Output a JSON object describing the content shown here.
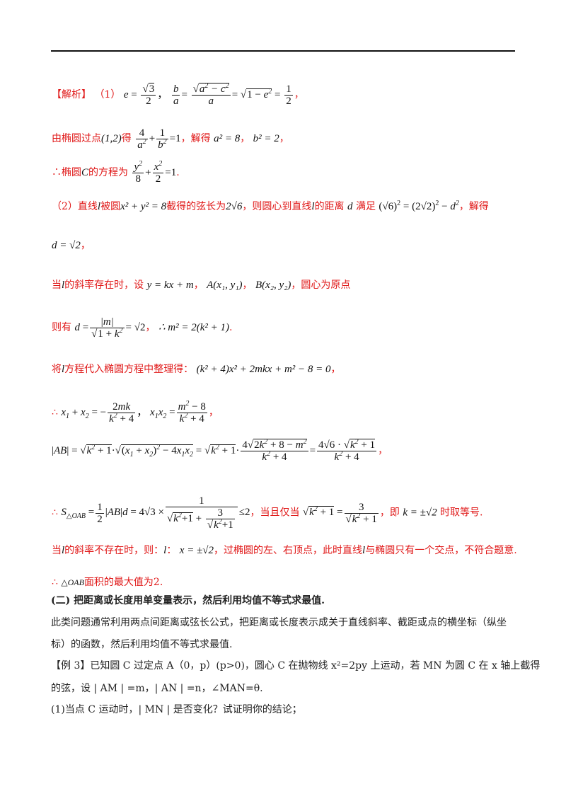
{
  "analysis": {
    "label": "【解析】",
    "part1_marker": "（1）",
    "line2_prefix": "由椭圆过点",
    "line2_point": "(1,2)",
    "line2_get": "得",
    "line2_solve": "，解得",
    "line2_a2": "a² = 8",
    "line2_b2": "b² = 2",
    "line3_prefix": "∴椭圆",
    "line3_C": "C",
    "line3_mid": "的方程为",
    "part2_marker": "（2）直线",
    "part2_l": "l",
    "part2_a": "被圆",
    "part2_circle": "x² + y² = 8",
    "part2_b": "截得的弦长为",
    "part2_chord": "2√6",
    "part2_c": "，则圆心到直线",
    "part2_d": "的距离",
    "part2_e": "满足",
    "part2_f": "，解得",
    "d_eq": "d = √2",
    "slope_exists_a": "当",
    "slope_exists_b": "的斜率存在时，设",
    "line_eq": "y = kx + m",
    "pointA": "A(x₁, y₁)",
    "pointB": "B(x₂, y₂)",
    "origin_text": "，圆心为原点",
    "then_have": "则有",
    "m2_eq": "∴ m² = 2(k² + 1)",
    "substitute_a": "将",
    "substitute_b": "方程代入椭圆方程中整理得：",
    "quad_eq": "(k² + 4)x² + 2mkx + m² − 8 = 0",
    "sum_eq_label": "∴",
    "area_when": "，当且仅当",
    "area_i.e.": "，即",
    "area_k": "k = ±√2",
    "area_eq": "时取等号.",
    "noslope_a": "当",
    "noslope_b": "的斜率不存在时，则：",
    "noslope_x": "x = ±√2",
    "noslope_c": "，过椭圆的左、右顶点，此时直线",
    "noslope_d": "与椭圆只有一个交点，不符合题意.",
    "conclusion_a": "∴",
    "conclusion_tri": "△OAB",
    "conclusion_b": "面积的最大值为2."
  },
  "section": {
    "heading": "(二) 把距离或长度用单变量表示，然后利用均值不等式求最值.",
    "para1": "此类问题通常利用两点间距离或弦长公式，把距离或长度表示成关于直线斜率、截距或点的横坐标（纵坐",
    "para2": "标）的函数，然后利用均值不等式求最值.",
    "example_a": "【例 3】已知圆 C 过定点 A（0，p）(p>0)，圆心 C 在抛物线 x²=2py 上运动，若 MN 为圆 C 在 x 轴上截得",
    "example_b": "的弦，设 | AM | =m，| AN | =n，∠MAN=θ.",
    "q1": "(1)当点 C 运动时，| MN | 是否变化？试证明你的结论；"
  },
  "colors": {
    "answer": "#e01818",
    "body": "#222222"
  }
}
